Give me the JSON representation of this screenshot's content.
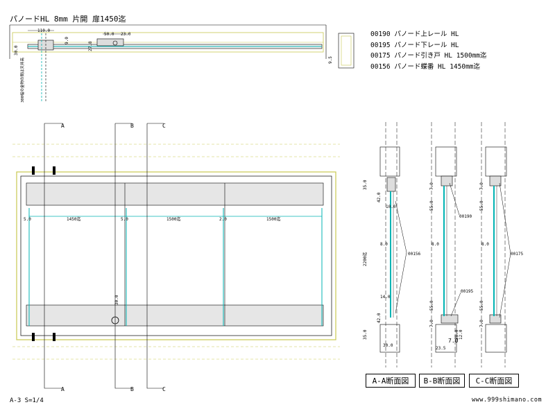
{
  "drawing_title": "パノードHL 8mm 片開 扉1450迄",
  "parts_list": [
    "00190 パノード上レール  HL",
    "00195 パノード下レール  HL",
    "00175  パノード引き戸  HL  1500mm迄",
    "00156  パノード蝶番  HL  1450mm迄"
  ],
  "plan_dims": {
    "d_110": "110.0",
    "d_50": "50.0",
    "d_23": "23.0",
    "d_27": "27.8",
    "d_9": "9.0",
    "d_side": "9.5",
    "note_vertical": "300幅の金物の間は天井高",
    "d_30": "30.0"
  },
  "elevation_dims": {
    "d_left": "5.0",
    "w1": "1450迄",
    "d_mid1": "5.0",
    "w2": "1500迄",
    "d_mid2": "2.0",
    "w3": "1500迄",
    "d_30": "30.0"
  },
  "section_markers": {
    "a": "A",
    "b": "B",
    "c": "C"
  },
  "section_a_dims": {
    "top": "35.0",
    "d42": "42.0",
    "d10": "10.0",
    "d8": "8.0",
    "height": "2200迄",
    "d14": "14.0",
    "d42b": "42.0",
    "bottom": "35.0",
    "base": "30.0",
    "callout": "00156"
  },
  "section_b_dims": {
    "d7": "7.0",
    "d55": "55.0",
    "d8": "8.0",
    "d55b": "55.0",
    "d7b": "7.0",
    "base": "23.5",
    "d7c": "7.0",
    "d28": "28.0",
    "d12": "12.0",
    "callout_top": "00190",
    "callout_bottom": "00195"
  },
  "section_c_dims": {
    "d7": "7.0",
    "d55": "55.0",
    "d8": "8.0",
    "d55b": "55.0",
    "d7b": "7.0",
    "callout": "00175"
  },
  "section_labels": {
    "a": "A-A断面図",
    "b": "B-B断面図",
    "c": "C-C断面図"
  },
  "sheet_number": "A-3 S=1/4",
  "website": "www.999shimano.com",
  "colors": {
    "line": "#000000",
    "glass": "#00b3b3",
    "frame": "#c8c850",
    "fill_gray": "#e6e6e6"
  }
}
